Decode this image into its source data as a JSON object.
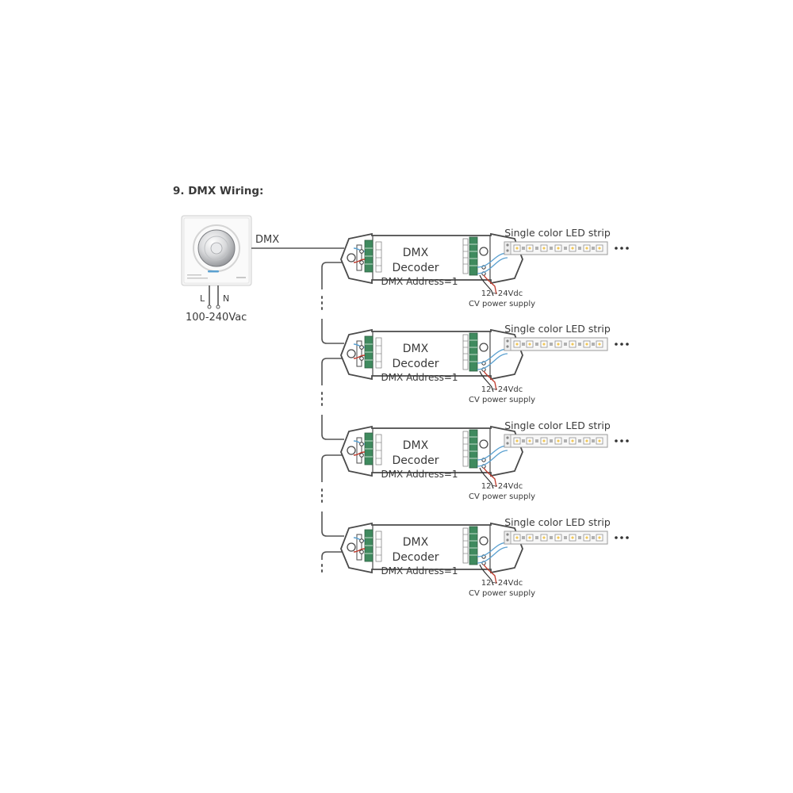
{
  "title": "9. DMX Wiring:",
  "controller": {
    "bus_label": "DMX",
    "live_label": "L",
    "neutral_label": "N",
    "input_voltage": "100-240Vac"
  },
  "decoders": [
    {
      "line1": "DMX",
      "line2": "Decoder",
      "address": "DMX Address=1",
      "strip_label": "Single color LED strip",
      "psu_voltage": "12~24Vdc",
      "psu_label": "CV power supply"
    },
    {
      "line1": "DMX",
      "line2": "Decoder",
      "address": "DMX Address=1",
      "strip_label": "Single color LED strip",
      "psu_voltage": "12~24Vdc",
      "psu_label": "CV power supply"
    },
    {
      "line1": "DMX",
      "line2": "Decoder",
      "address": "DMX Address=1",
      "strip_label": "Single color LED strip",
      "psu_voltage": "12~24Vdc",
      "psu_label": "CV power supply"
    },
    {
      "line1": "DMX",
      "line2": "Decoder",
      "address": "DMX Address=1",
      "strip_label": "Single color LED strip",
      "psu_voltage": "12~24Vdc",
      "psu_label": "CV power supply"
    }
  ],
  "colors": {
    "wire": "#555555",
    "terminal_green": "#3f8a5e",
    "signal_blue": "#5aa0d0",
    "power_red": "#c0392b"
  },
  "icons": {
    "controller": "rotary-knob-wall-panel-icon",
    "led_strip": "led-strip-icon",
    "continuation": "ellipsis-icon"
  }
}
